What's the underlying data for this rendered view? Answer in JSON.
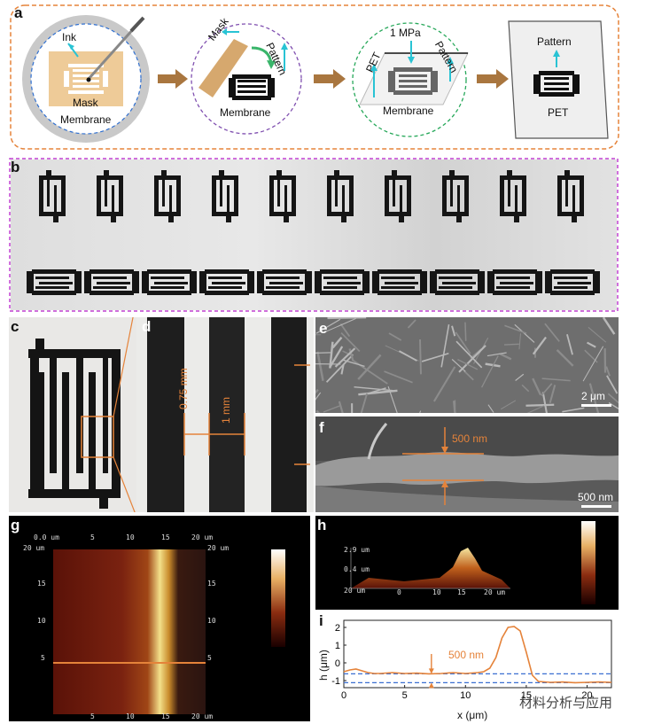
{
  "panels": {
    "a": {
      "label": "a",
      "step1": {
        "ink": "Ink",
        "mask": "Mask",
        "membrane": "Membrane"
      },
      "step2": {
        "mask": "Mask",
        "pattern": "Pattern",
        "membrane": "Membrane"
      },
      "step3": {
        "pressure": "1 MPa",
        "pet": "PET",
        "pattern": "Pattern",
        "membrane": "Membrane"
      },
      "step4": {
        "pattern": "Pattern",
        "pet": "PET"
      }
    },
    "b": {
      "label": "b",
      "top_row_count": 10,
      "bottom_row_count": 10
    },
    "c": {
      "label": "c"
    },
    "d": {
      "label": "d",
      "gap_width": "0.75 mm",
      "line_width": "1 mm"
    },
    "e": {
      "label": "e",
      "scalebar": "2 μm"
    },
    "f": {
      "label": "f",
      "thickness": "500 nm",
      "scalebar": "500 nm"
    },
    "g": {
      "label": "g",
      "top_ticks": [
        "0.0 um",
        "5",
        "10",
        "15",
        "20 um"
      ],
      "left_ticks": [
        "20 um",
        "15",
        "10",
        "5"
      ],
      "right_ticks": [
        "20 um",
        "15",
        "10",
        "5"
      ],
      "bottom_ticks": [
        "5",
        "10",
        "15",
        "20 um"
      ]
    },
    "h": {
      "label": "h",
      "z_ticks": [
        "2.9 um",
        "0.4 um",
        "20 um"
      ],
      "x_ticks": [
        "0",
        "10",
        "15",
        "20 um"
      ]
    },
    "i": {
      "label": "i",
      "thickness": "500 nm",
      "watermark": "材料分析与应用"
    }
  },
  "colors": {
    "accent": "#e5833a",
    "cyan": "#29c3d4",
    "dashed_blue": "#3a6fd1",
    "magenta": "#c040d0"
  },
  "chart_data": {
    "type": "line",
    "xlabel": "x (μm)",
    "ylabel": "h (μm)",
    "xlim": [
      0,
      22
    ],
    "ylim": [
      -1.4,
      2.4
    ],
    "x_ticks": [
      "0",
      "5",
      "10",
      "15",
      "20"
    ],
    "y_ticks": [
      "2",
      "1",
      "0",
      "-1"
    ],
    "x": [
      0,
      0.5,
      1,
      1.5,
      2,
      2.5,
      3,
      4,
      5,
      6,
      7,
      8,
      9,
      10,
      11,
      11.5,
      12,
      12.5,
      13,
      13.5,
      14,
      14.5,
      15,
      15.5,
      16,
      17,
      18,
      19,
      20,
      21,
      22
    ],
    "values": [
      -0.5,
      -0.4,
      -0.35,
      -0.45,
      -0.55,
      -0.6,
      -0.6,
      -0.55,
      -0.6,
      -0.58,
      -0.62,
      -0.6,
      -0.55,
      -0.6,
      -0.55,
      -0.5,
      -0.3,
      0.3,
      1.4,
      2.0,
      2.05,
      1.8,
      0.6,
      -0.7,
      -1.05,
      -1.1,
      -1.08,
      -1.12,
      -1.1,
      -1.08,
      -1.1
    ],
    "baseline_upper": -0.62,
    "baseline_lower": -1.12
  }
}
